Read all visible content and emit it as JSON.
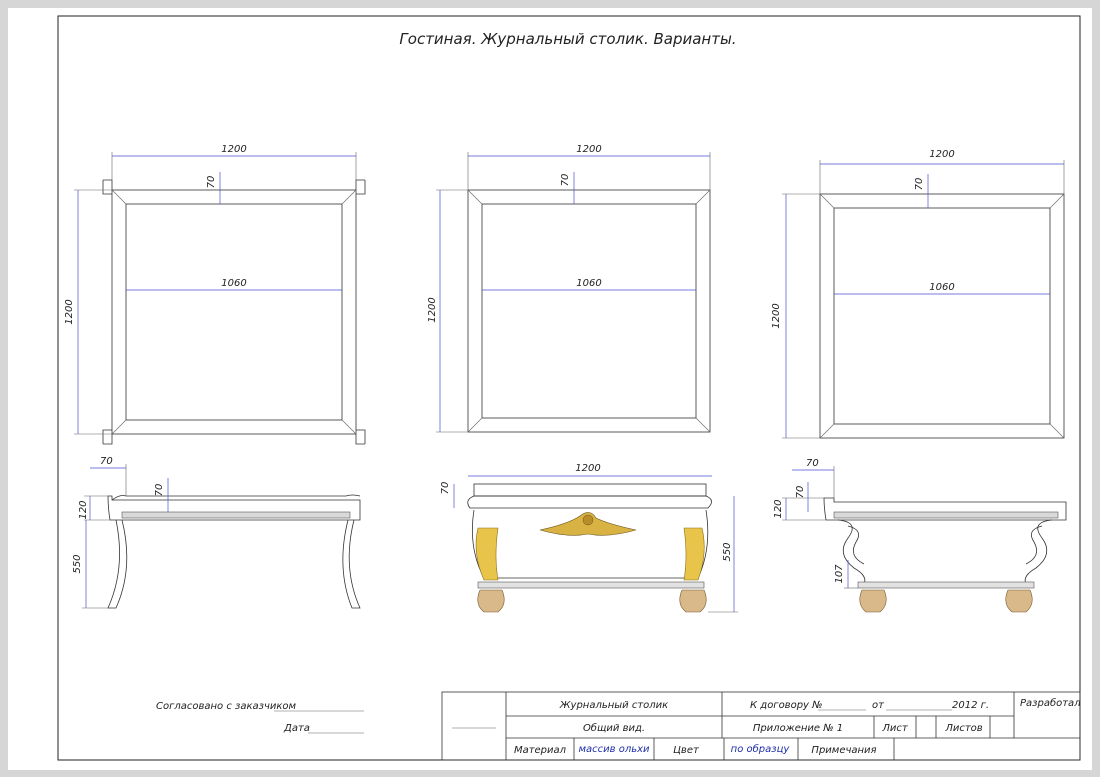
{
  "title": "Гостиная. Журнальный столик. Варианты.",
  "plan_views": [
    {
      "width": "1200",
      "depth": "1200",
      "border": "70",
      "inner": "1060"
    },
    {
      "width": "1200",
      "depth": "1200",
      "border": "70",
      "inner": "1060"
    },
    {
      "width": "1200",
      "depth": "1200",
      "border": "70",
      "inner": "1060"
    }
  ],
  "side_views": [
    {
      "top_offset": "70",
      "top_thickness": "120",
      "inner_offset": "70",
      "height": "550"
    },
    {
      "length": "1200",
      "top_thickness": "70",
      "height": "550"
    },
    {
      "top_offset": "70",
      "top_thickness": "120",
      "inner_offset": "70",
      "shelf_height": "107"
    }
  ],
  "approval": {
    "agreed_label": "Согласовано с заказчиком",
    "date_label": "Дата"
  },
  "title_block": {
    "product": "Журнальный столик",
    "view": "Общий вид.",
    "contract": "К договору №",
    "from": "от",
    "year": "2012 г.",
    "developed": "Разработал",
    "appendix": "Приложение № 1",
    "sheet": "Лист",
    "sheets": "Листов",
    "material_label": "Материал",
    "material_value": "массив ольхи",
    "color_label": "Цвет",
    "color_value": "по образцу",
    "notes_label": "Примечания"
  }
}
